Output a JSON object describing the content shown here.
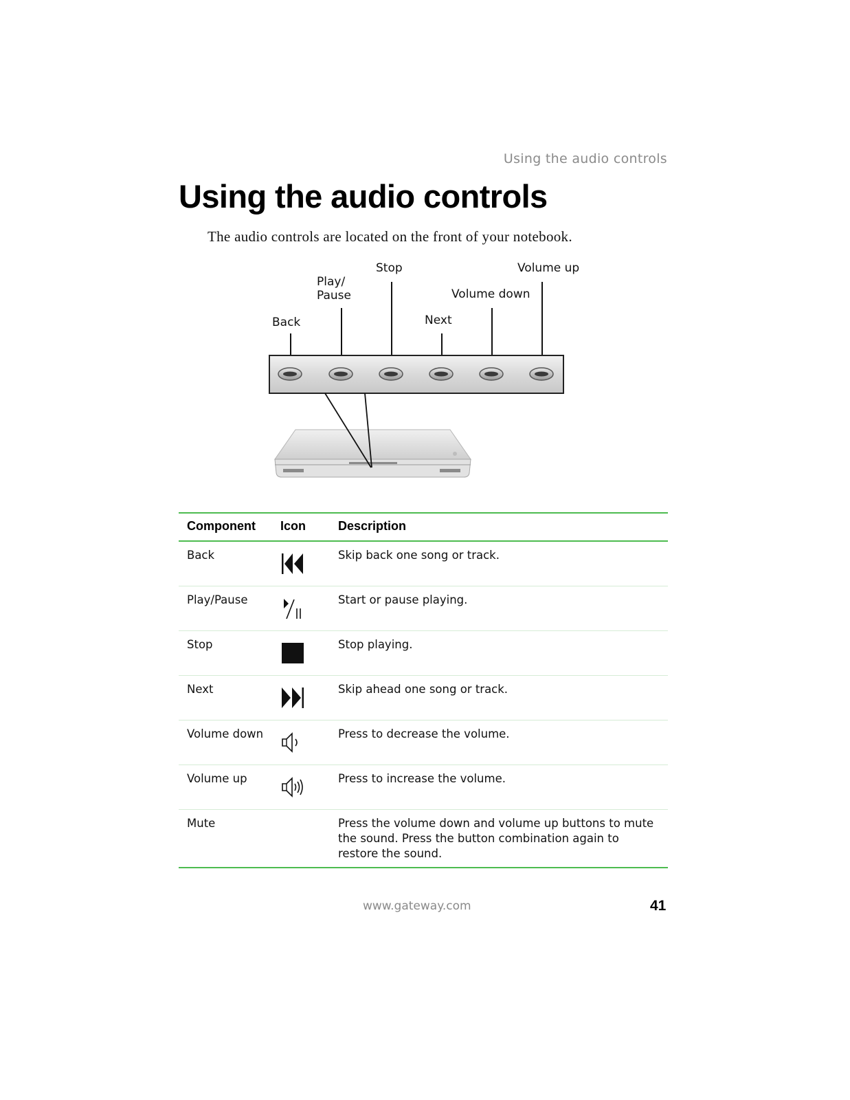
{
  "header": {
    "running_title": "Using the audio controls"
  },
  "page_title": "Using the audio controls",
  "intro": "The audio controls are located on the front of your notebook.",
  "figure": {
    "callouts": {
      "back": "Back",
      "play_pause_line1": "Play/",
      "play_pause_line2": "Pause",
      "stop": "Stop",
      "next": "Next",
      "volume_down": "Volume down",
      "volume_up": "Volume up"
    }
  },
  "table": {
    "headers": {
      "component": "Component",
      "icon": "Icon",
      "description": "Description"
    },
    "rows": [
      {
        "component": "Back",
        "icon": "back-icon",
        "description": "Skip back one song or track."
      },
      {
        "component": "Play/Pause",
        "icon": "play-pause-icon",
        "description": "Start or pause playing."
      },
      {
        "component": "Stop",
        "icon": "stop-icon",
        "description": "Stop playing."
      },
      {
        "component": "Next",
        "icon": "next-icon",
        "description": "Skip ahead one song or track."
      },
      {
        "component": "Volume down",
        "icon": "volume-down-icon",
        "description": "Press to decrease the volume."
      },
      {
        "component": "Volume up",
        "icon": "volume-up-icon",
        "description": "Press to increase the volume."
      },
      {
        "component": "Mute",
        "icon": "",
        "description": "Press the volume down and volume up buttons to mute the sound. Press the button combination again to restore the sound."
      }
    ]
  },
  "footer": {
    "url": "www.gateway.com",
    "page_number": "41"
  },
  "colors": {
    "rule_green": "#4cbb4f",
    "muted_gray": "#8a8a8a"
  }
}
